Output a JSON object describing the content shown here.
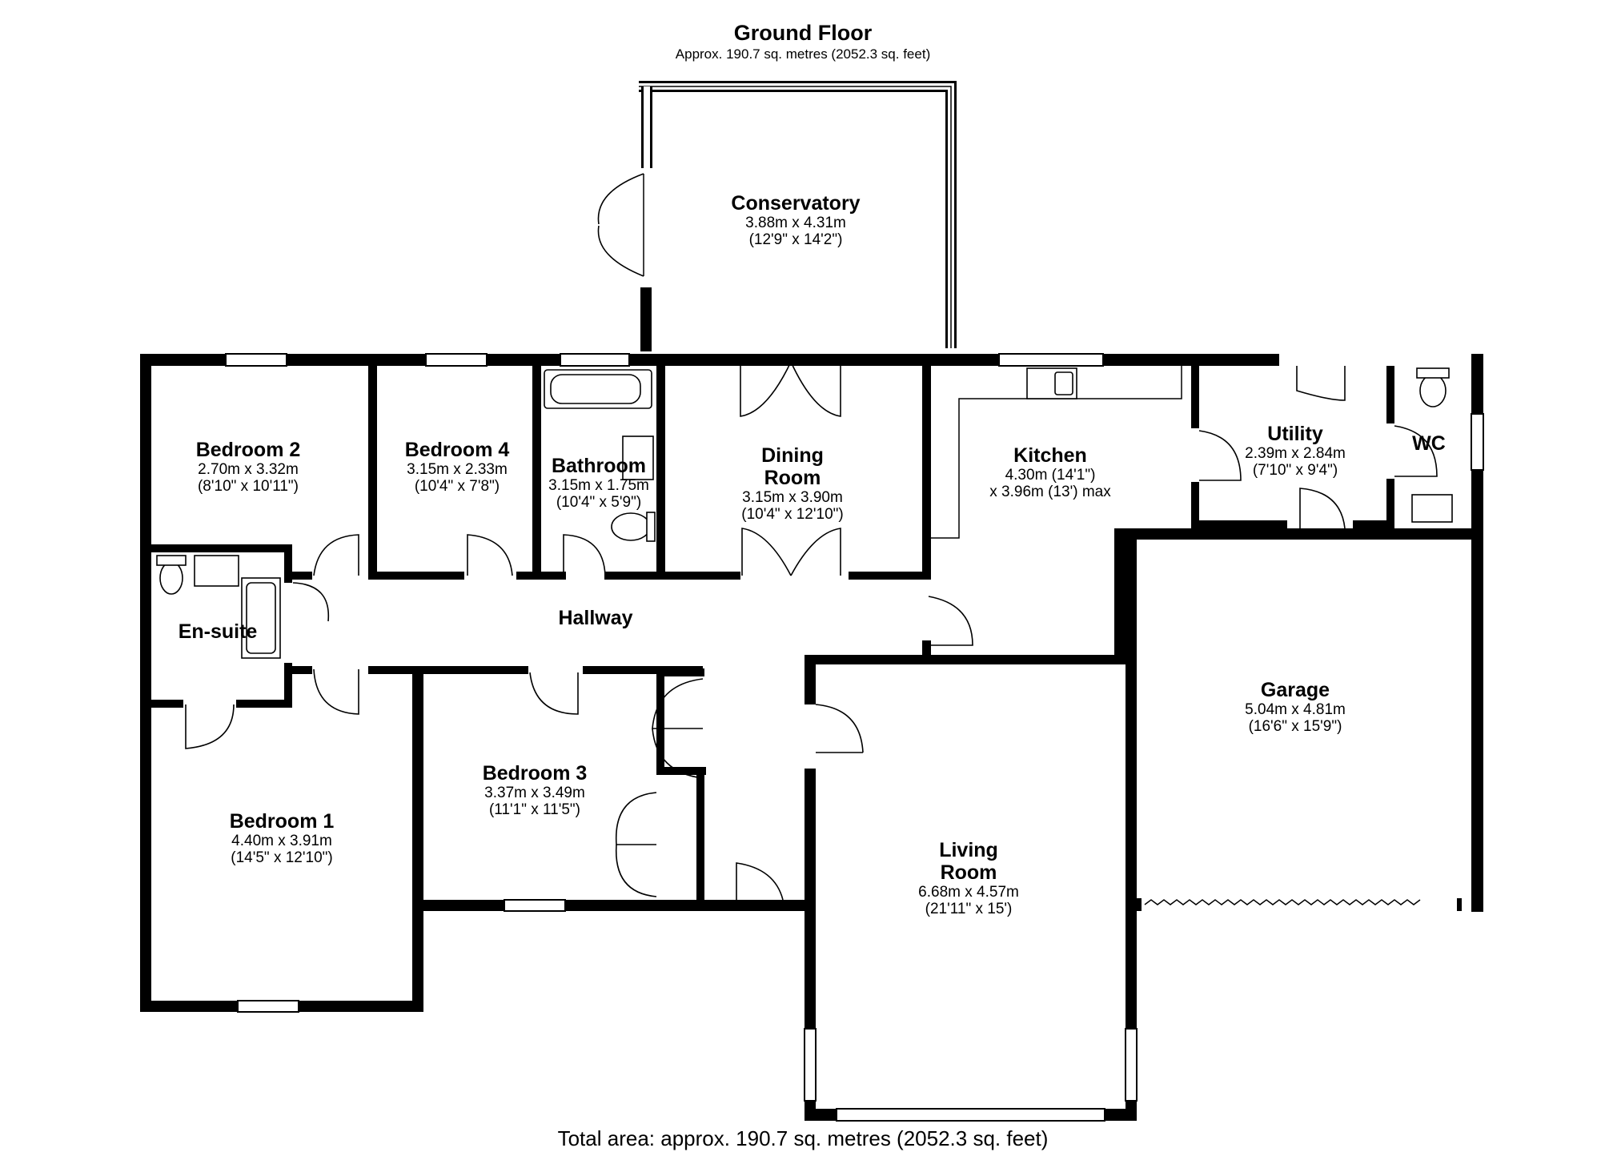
{
  "header": {
    "title": "Ground Floor",
    "subtitle": "Approx. 190.7 sq. metres (2052.3 sq. feet)"
  },
  "footer": {
    "total": "Total area: approx. 190.7 sq. metres (2052.3 sq. feet)"
  },
  "rooms": {
    "conservatory": {
      "name": "Conservatory",
      "dim1": "3.88m x 4.31m",
      "dim2": "(12'9\" x 14'2\")"
    },
    "bedroom2": {
      "name": "Bedroom 2",
      "dim1": "2.70m x 3.32m",
      "dim2": "(8'10\" x 10'11\")"
    },
    "bedroom4": {
      "name": "Bedroom 4",
      "dim1": "3.15m x 2.33m",
      "dim2": "(10'4\" x 7'8\")"
    },
    "bathroom": {
      "name": "Bathroom",
      "dim1": "3.15m x 1.75m",
      "dim2": "(10'4\" x 5'9\")"
    },
    "dining": {
      "name1": "Dining",
      "name2": "Room",
      "dim1": "3.15m x 3.90m",
      "dim2": "(10'4\" x 12'10\")"
    },
    "kitchen": {
      "name": "Kitchen",
      "dim1": "4.30m (14'1\")",
      "dim2": "x 3.96m (13') max"
    },
    "utility": {
      "name": "Utility",
      "dim1": "2.39m x 2.84m",
      "dim2": "(7'10\" x 9'4\")"
    },
    "wc": {
      "name": "WC"
    },
    "ensuite": {
      "name": "En-suite"
    },
    "hallway": {
      "name": "Hallway"
    },
    "bedroom1": {
      "name": "Bedroom 1",
      "dim1": "4.40m x 3.91m",
      "dim2": "(14'5\" x 12'10\")"
    },
    "bedroom3": {
      "name": "Bedroom 3",
      "dim1": "3.37m x 3.49m",
      "dim2": "(11'1\" x 11'5\")"
    },
    "garage": {
      "name": "Garage",
      "dim1": "5.04m x 4.81m",
      "dim2": "(16'6\" x 15'9\")"
    },
    "living": {
      "name1": "Living",
      "name2": "Room",
      "dim1": "6.68m x 4.57m",
      "dim2": "(21'11\" x 15')"
    }
  }
}
